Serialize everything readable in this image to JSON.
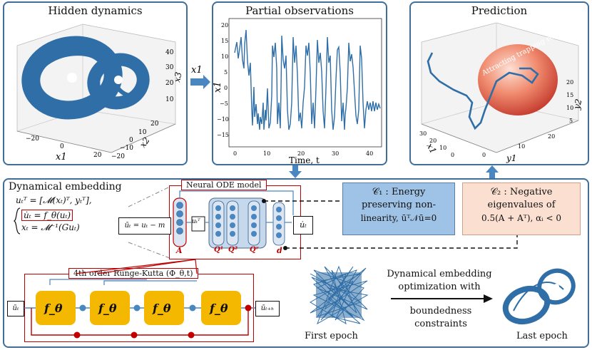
{
  "panels": {
    "hidden": {
      "title": "Hidden dynamics",
      "xtick": [
        "−20",
        "0",
        "20"
      ],
      "ytick": [
        "20",
        "10",
        "0",
        "−10",
        "−20"
      ],
      "ztick": [
        "10",
        "20",
        "30",
        "40"
      ],
      "xlabel": "x1",
      "ylabel": "x2",
      "zlabel": "x3"
    },
    "partial": {
      "title": "Partial observations",
      "xlabel": "Time, t",
      "ylabel": "x1",
      "xticks": [
        "0",
        "10",
        "20",
        "30",
        "40"
      ],
      "yticks": [
        "20",
        "15",
        "10",
        "5",
        "0",
        "−5",
        "−10",
        "−15"
      ]
    },
    "prediction": {
      "title": "Prediction",
      "sphere_label": "Attracting trapping region",
      "yticks": [
        "20",
        "15",
        "10",
        "5"
      ],
      "xticks": [
        "30",
        "20",
        "10",
        "0"
      ],
      "y1ticks": [
        "0",
        "10",
        "20"
      ],
      "xlabel": "y1",
      "ylabel": "y2",
      "dlabel": "x1"
    }
  },
  "arrow_label": "x1",
  "embedding": {
    "title": "Dynamical embedding",
    "eq1": "uₜᵀ = [𝓜(xₜ)ᵀ, yₜᵀ],",
    "eq2": "u̇ₜ = f_θ(uₜ)",
    "eq3": "xₜ = 𝓜⁻¹(Guₜ)",
    "node_title": "Neural ODE model",
    "ubar_eq": "ūₜ = uₜ − m",
    "ut_label": "uₜᵀ",
    "udot_label": "u̇ₜ",
    "A_label": "A",
    "Q1": "Q¹",
    "Q2": "Q²",
    "Qr": "Qʳ",
    "d_label": "d",
    "rk_title": "4th order Runge-Kutta (Φ_θ,t)",
    "rk_in": "ūₜ",
    "rk_out": "ūₜ₊ₕ",
    "ftheta": "f_θ",
    "c1_title": "𝒞₁ : Energy",
    "c1_line2": "preserving non-",
    "c1_line3": "linearity, ūᵀ𝒩ū=0",
    "c2_title": "𝒞₂ : Negative",
    "c2_line2": "eigenvalues of",
    "c2_line3": "0.5(A + Aᵀ),  αᵢ < 0",
    "opt1": "Dynamical embedding",
    "opt2": "optimization with",
    "opt3": "boundedness",
    "opt4": "constraints",
    "first": "First epoch",
    "last": "Last epoch"
  },
  "colors": {
    "frame": "#3f6f99",
    "curve": "#2f6ea6",
    "fblock": "#f5b800",
    "red": "#c00000",
    "c1bg": "#9fc3e6",
    "c2bg": "#fbe0d2"
  }
}
